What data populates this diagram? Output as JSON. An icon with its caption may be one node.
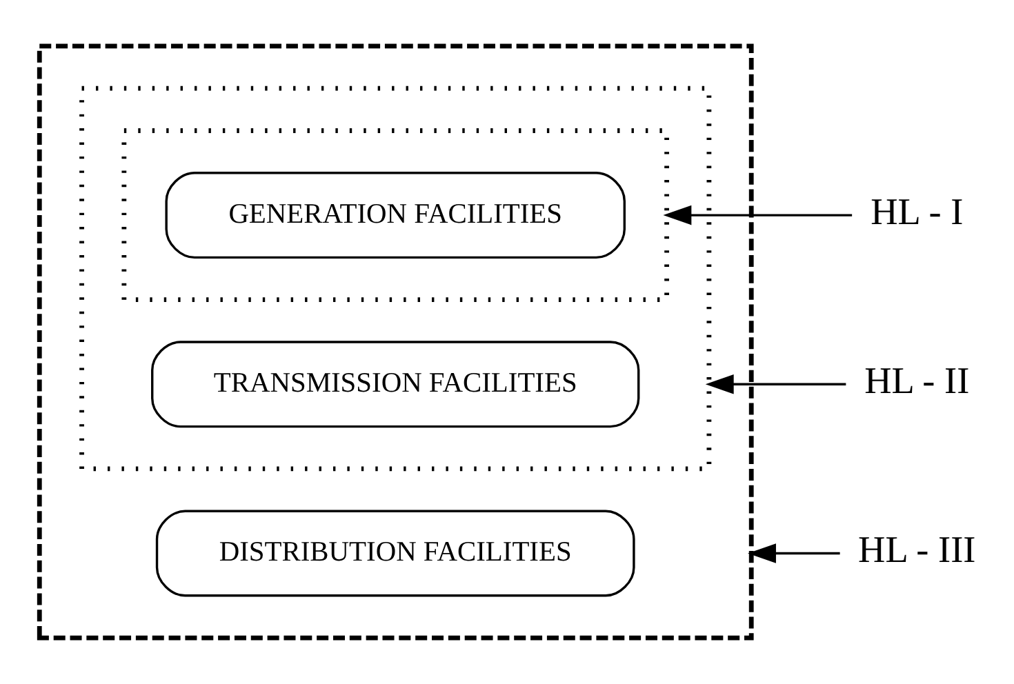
{
  "diagram": {
    "nodes": [
      {
        "text": [],
        "shape": "box"
      },
      {
        "text": [],
        "shape": "box",
        "in": 0
      },
      {
        "text": [],
        "shape": "box",
        "in": 1
      },
      {
        "text": [
          "GENERATION FACILITIES"
        ],
        "in": 2
      },
      {
        "text": [
          "TRANSMISSION FACILITIES"
        ],
        "in": 1
      },
      {
        "text": [
          "DISTRIBUTION FACILITIES"
        ],
        "in": 0
      },
      {
        "text": [
          "HL - I"
        ]
      },
      {
        "text": [
          "HL - II"
        ]
      },
      {
        "text": [
          "HL - III"
        ]
      }
    ],
    "edges": [
      {
        "from": 6,
        "to": 2,
        "arrow": "to"
      },
      {
        "from": 7,
        "to": 1,
        "arrow": "to"
      },
      {
        "from": 8,
        "to": 0,
        "arrow": "to"
      }
    ]
  }
}
